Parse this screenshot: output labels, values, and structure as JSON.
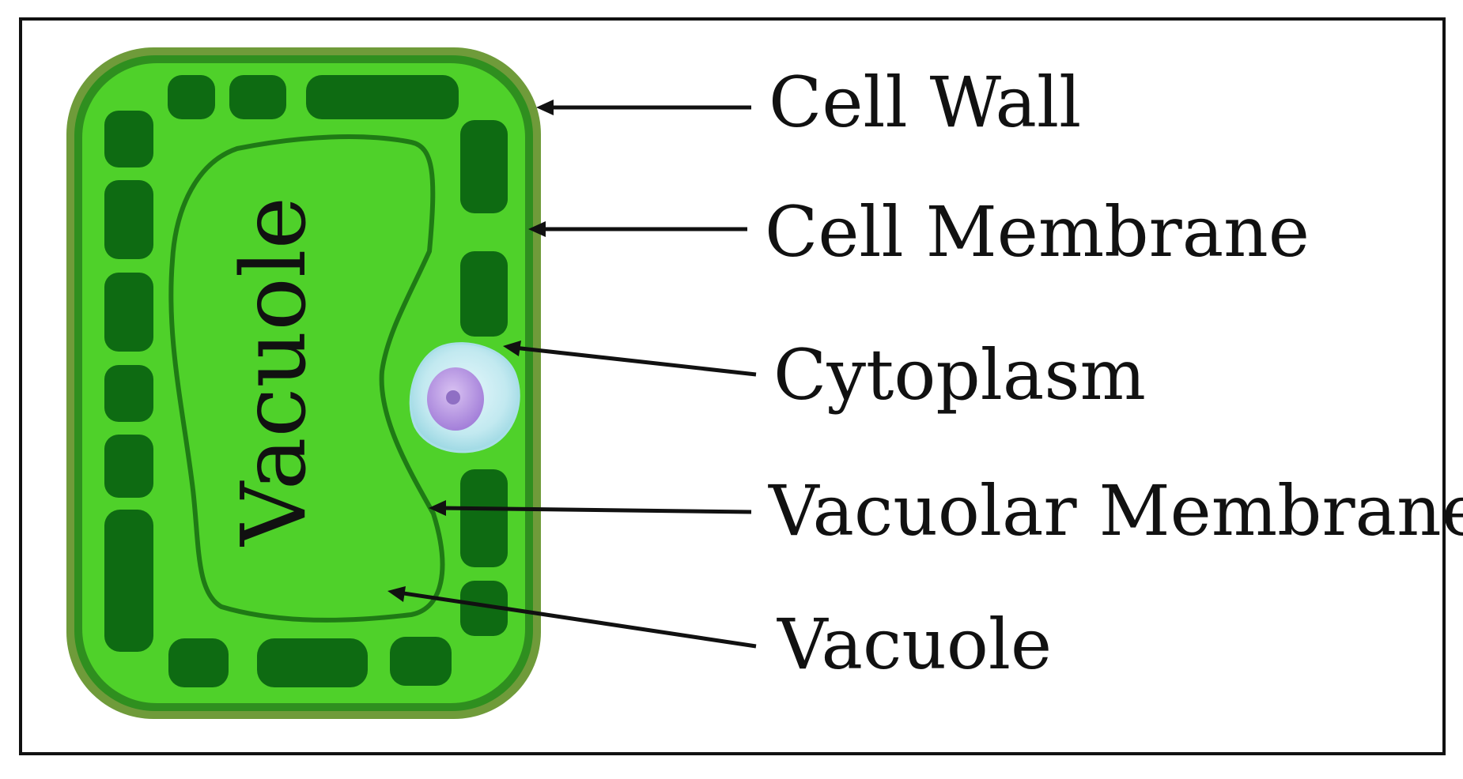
{
  "labels": {
    "cell_wall": "Cell Wall",
    "cell_membrane": "Cell Membrane",
    "cytoplasm": "Cytoplasm",
    "vacuolar_membrane": "Vacuolar Membrane",
    "vacuole": "Vacuole"
  },
  "vacuole_inside_label": "Vacuole",
  "colors": {
    "cell_wall": "#6f9b3a",
    "cell_membrane": "#2f8f1f",
    "cytoplasm": "#4fd12a",
    "chloroplast": "#0e6b12",
    "vacuole_outline": "#1f7a15",
    "nucleus_outer": "#bfe8ee",
    "nucleus_inner": "#b98fe0",
    "nucleolus": "#8f6fc4",
    "frame": "#111111",
    "text": "#111111"
  }
}
